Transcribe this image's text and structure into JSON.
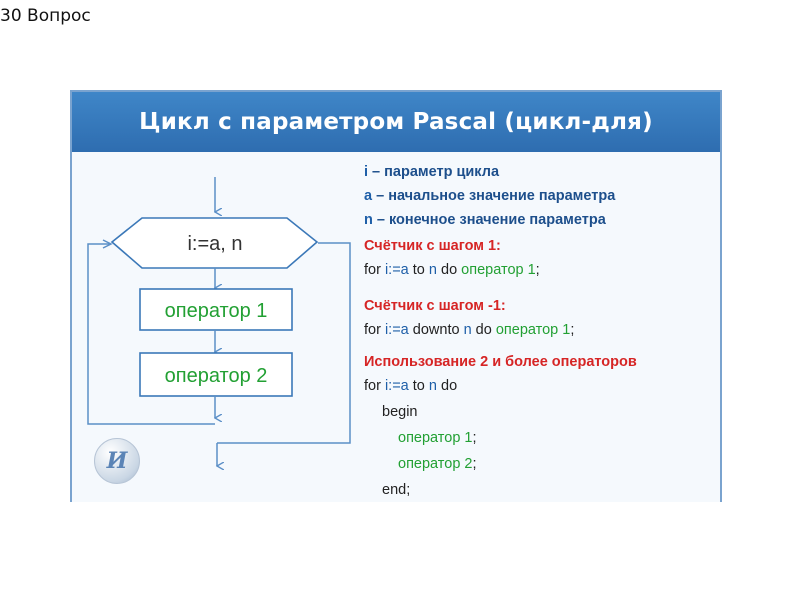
{
  "slide": {
    "title": "30 Вопрос"
  },
  "card": {
    "heading": "Цикл с параметром Pascal (цикл-для)"
  },
  "flowchart": {
    "loop_header": "i:=a, n",
    "statement_1": "оператор 1",
    "statement_2": "оператор 2"
  },
  "definitions": [
    {
      "var": "i",
      "text": " – параметр цикла"
    },
    {
      "var": "a",
      "text": " – начальное значение параметра"
    },
    {
      "var": "n",
      "text": " – конечное значение параметра"
    }
  ],
  "step_plus": {
    "heading": "Счётчик с шагом 1:",
    "code": {
      "kw_for": "for ",
      "init": "i:=a",
      "kw_to": " to ",
      "end_var": "n",
      "kw_do": " do ",
      "stmt": "оператор 1",
      "semi": ";"
    }
  },
  "step_minus": {
    "heading": "Счётчик с шагом -1:",
    "code": {
      "kw_for": "for ",
      "init": "i:=a",
      "kw_downto": " downto ",
      "end_var": "n",
      "kw_do": " do ",
      "stmt": "оператор 1",
      "semi": ";"
    }
  },
  "multi": {
    "heading": "Использование 2 и более операторов",
    "line1": {
      "kw_for": "for ",
      "init": "i:=a",
      "kw_to": " to ",
      "end_var": "n",
      "kw_do": " do"
    },
    "begin": "begin",
    "stmt1": "оператор 1",
    "stmt2": "оператор 2",
    "semi": ";",
    "end": "end;"
  },
  "logo": {
    "letter": "И"
  },
  "colors": {
    "banner": "#3f86c8",
    "definition_text": "#1d4f8c",
    "heading_red": "#d62525",
    "operator_green": "#22a033",
    "identifier_blue": "#1e5fa8",
    "flow_line": "#5b8fc7",
    "box_border": "#3b78b8"
  }
}
